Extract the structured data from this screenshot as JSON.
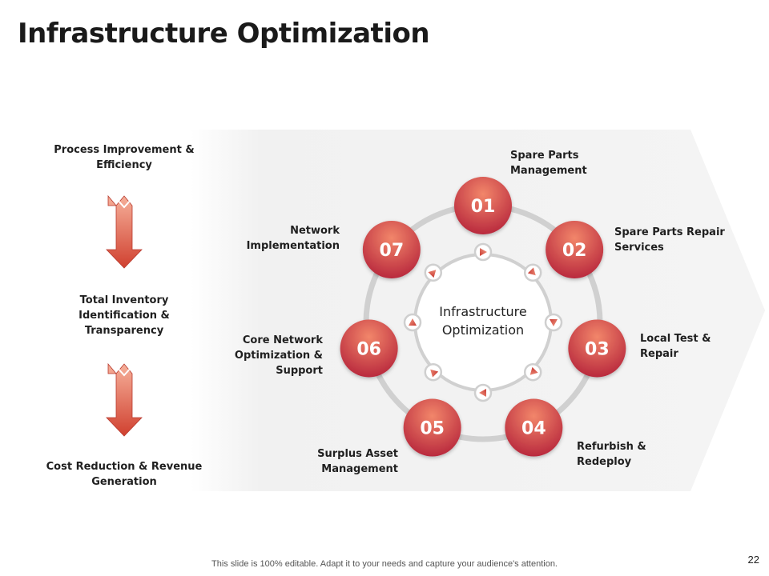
{
  "title": "Infrastructure Optimization",
  "left_flow": {
    "items": [
      "Process Improvement & Efficiency",
      "Total Inventory Identification & Transparency",
      "Cost Reduction & Revenue Generation"
    ]
  },
  "cycle": {
    "center_label": [
      "Infrastructure",
      "Optimization"
    ],
    "steps": [
      {
        "number": "01",
        "label": [
          "Spare Parts",
          "Management"
        ]
      },
      {
        "number": "02",
        "label": [
          "Spare Parts Repair",
          "Services"
        ]
      },
      {
        "number": "03",
        "label": [
          "Local Test &",
          "Repair"
        ]
      },
      {
        "number": "04",
        "label": [
          "Refurbish &",
          "Redeploy"
        ]
      },
      {
        "number": "05",
        "label": [
          "Surplus Asset",
          "Management"
        ]
      },
      {
        "number": "06",
        "label": [
          "Core Network",
          "Optimization &",
          "Support"
        ]
      },
      {
        "number": "07",
        "label": [
          "Network",
          "Implementation"
        ]
      }
    ]
  },
  "footer": "This slide is 100% editable. Adapt it to your needs and capture your audience's attention.",
  "page_number": "22",
  "colors": {
    "circle_light": "#f2866a",
    "circle_dark": "#b5233a",
    "arrow_light": "#f4a08a",
    "arrow_dark": "#c93a32",
    "ring": "#d0d0d0",
    "background_chevron": "#f2f2f2"
  }
}
